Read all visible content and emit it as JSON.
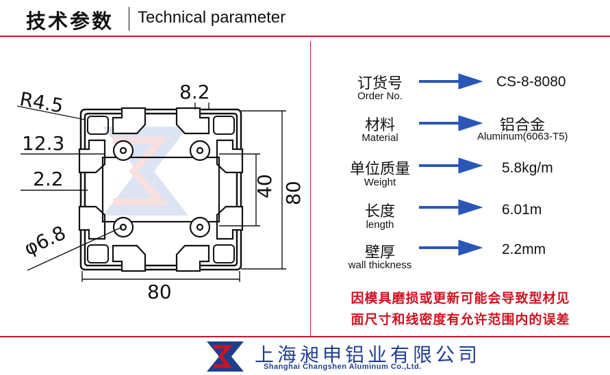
{
  "header": {
    "title_cn": "技术参数",
    "title_en": "Technical parameter"
  },
  "dimensions": {
    "radius": "R4.5",
    "slot_width": "8.2",
    "d_12_3": "12.3",
    "d_2_2": "2.2",
    "hole_dia": "φ6.8",
    "inner_height": "40",
    "outer_height": "80",
    "outer_width": "80"
  },
  "params": [
    {
      "label_cn": "订货号",
      "label_en": "Order No.",
      "value": "CS-8-8080",
      "value_sub": ""
    },
    {
      "label_cn": "材料",
      "label_en": "Material",
      "value": "铝合金",
      "value_sub": "Aluminum(6063-T5)"
    },
    {
      "label_cn": "单位质量",
      "label_en": "Weight",
      "value": "5.8kg/m",
      "value_sub": ""
    },
    {
      "label_cn": "长度",
      "label_en": "length",
      "value": "6.01m",
      "value_sub": ""
    },
    {
      "label_cn": "壁厚",
      "label_en": "wall thickness",
      "value": "2.2mm",
      "value_sub": ""
    }
  ],
  "note": {
    "line1": "因模具磨损或更新可能会导致型材见",
    "line2": "面尺寸和线密度有允许范围内的误差"
  },
  "footer": {
    "company_cn": "上海昶申铝业有限公司",
    "company_en": "Shanghai  Changshen Aluminum  Co.,Ltd."
  },
  "colors": {
    "accent_red": "#c0162a",
    "brand_blue": "#1f3e8d",
    "arrow_blue": "#2a56b8"
  }
}
